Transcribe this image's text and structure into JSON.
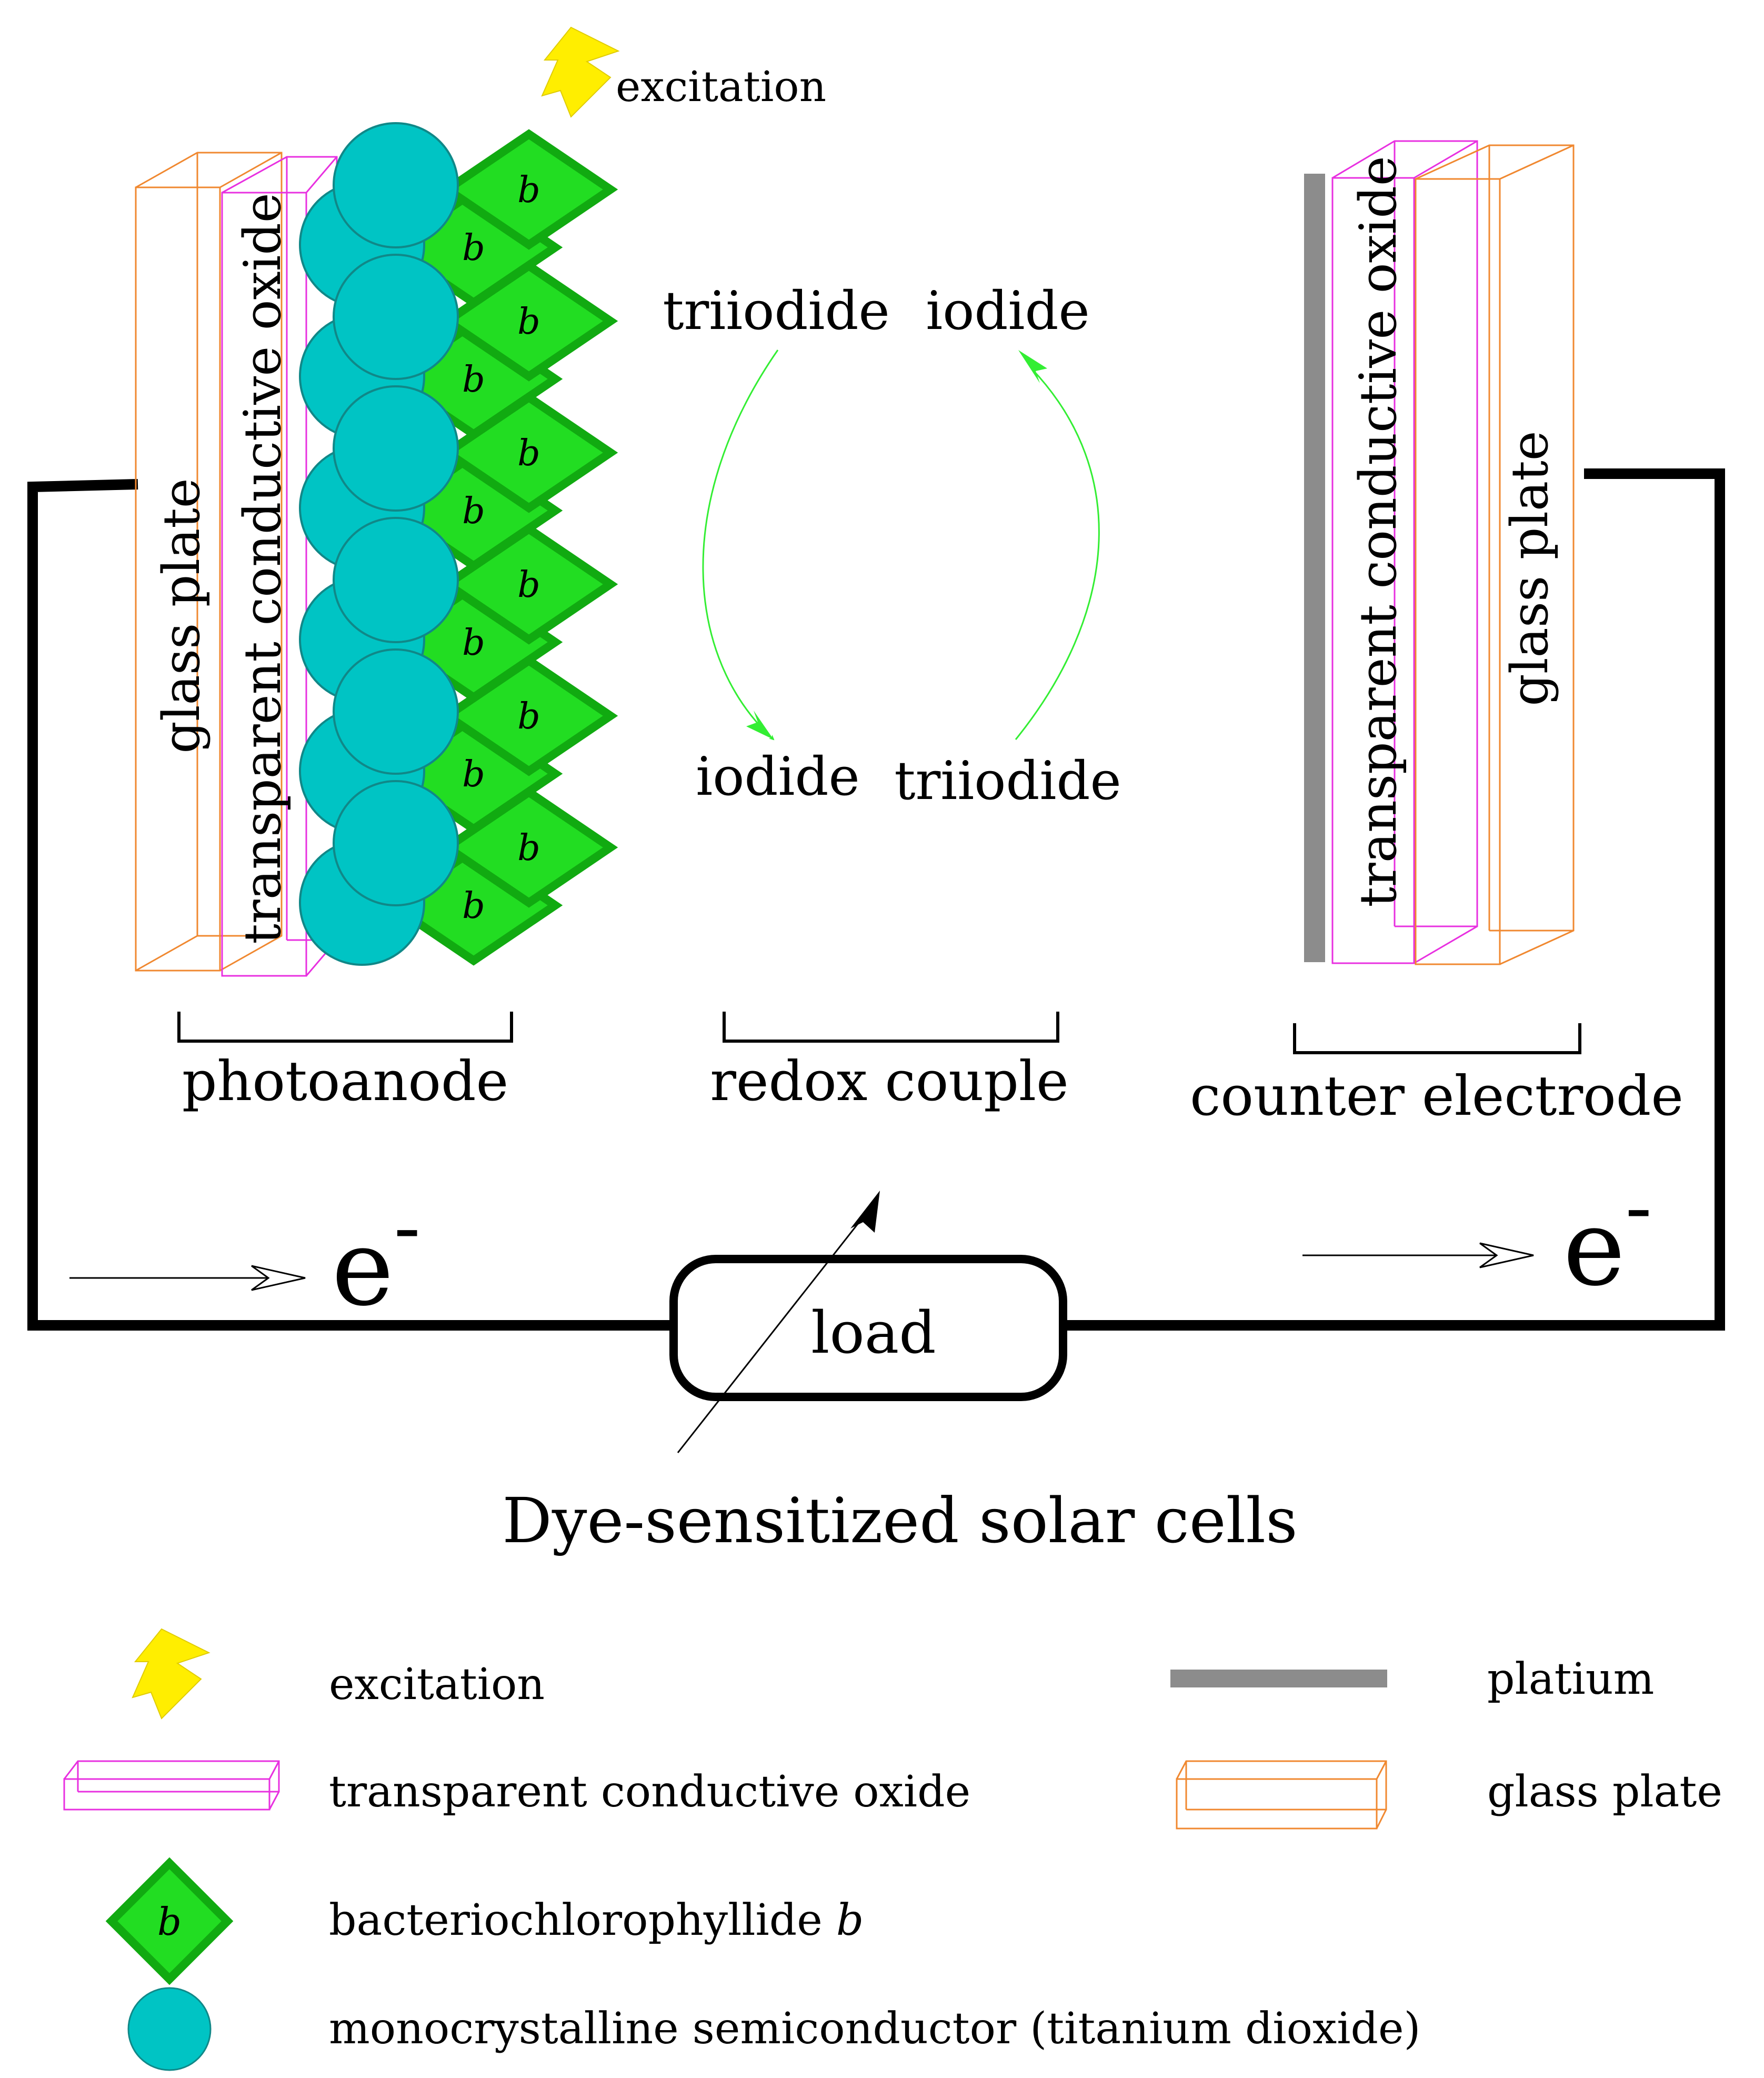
{
  "top_labels": {
    "excitation": "excitation"
  },
  "photoanode": {
    "glass_label": "glass plate",
    "tco_label": "transparent conductive oxide",
    "dye_letter": "b",
    "caption": "photoanode"
  },
  "redox": {
    "top_left": "triiodide",
    "top_right": "iodide",
    "bottom_left": "iodide",
    "bottom_right": "triiodide",
    "caption": "redox couple"
  },
  "counter": {
    "tco_label": "transparent conductive oxide",
    "glass_label": "glass plate",
    "caption": "counter electrode"
  },
  "circuit": {
    "electron_left": "e",
    "electron_left_sup": "-",
    "electron_right": "e",
    "electron_right_sup": "-",
    "load_label": "load"
  },
  "title": "Dye-sensitized solar cells",
  "legend": {
    "excitation": "excitation",
    "platium": "platium",
    "tco": "transparent conductive oxide",
    "glass": "glass plate",
    "dye": "bacteriochlorophyllide",
    "dye_italic": "b",
    "dye_letter": "b",
    "semiconductor": "monocrystalline semiconductor (titanium dioxide)"
  },
  "colors": {
    "tco": "#e830e0",
    "glass": "#f08830",
    "dye_fill": "#22dd22",
    "dye_stroke": "#11aa11",
    "tio2_fill": "#00c4c4",
    "tio2_stroke": "#108888",
    "bolt": "#ffee00",
    "platinum": "#8c8c8c",
    "cycle_arrow": "#33ee33",
    "wire": "#000000"
  },
  "icons": {
    "bolt": "lightning-bolt-icon",
    "arrow": "open-arrow-icon"
  }
}
